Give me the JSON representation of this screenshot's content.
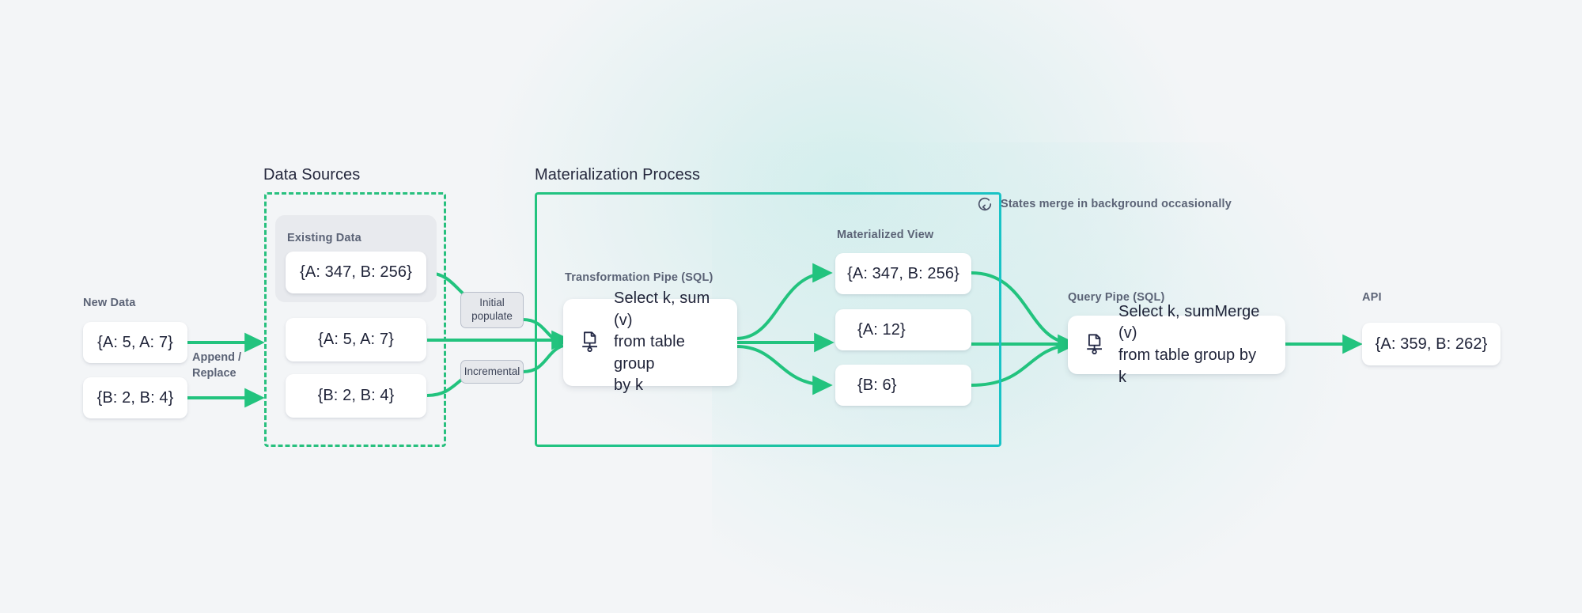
{
  "sections": {
    "data_sources_title": "Data Sources",
    "materialization_title": "Materialization Process"
  },
  "new_data": {
    "label": "New Data",
    "cards": [
      "{A: 5, A: 7}",
      "{B: 2, B: 4}"
    ]
  },
  "edge_labels": {
    "append_replace_line1": "Append /",
    "append_replace_line2": "Replace"
  },
  "existing_data": {
    "label": "Existing Data",
    "cards": [
      "{A: 347, B: 256}",
      "{A: 5, A: 7}",
      "{B: 2, B: 4}"
    ]
  },
  "badges": {
    "initial_populate_line1": "Initial",
    "initial_populate_line2": "populate",
    "incremental": "Incremental"
  },
  "transformation_pipe": {
    "label": "Transformation Pipe (SQL)",
    "sql_line1": "Select k, sum (v)",
    "sql_line2": "from table group",
    "sql_line3": "by k",
    "icon": "pipe-icon"
  },
  "materialized_view": {
    "label": "Materialized View",
    "cards": [
      "{A: 347, B: 256}",
      "{A: 12}",
      "{B: 6}"
    ]
  },
  "merge_note": {
    "text": "States merge in background occasionally",
    "icon": "refresh-icon"
  },
  "query_pipe": {
    "label": "Query Pipe (SQL)",
    "sql_line1": "Select k, sumMerge (v)",
    "sql_line2": "from table group by k",
    "icon": "pipe-icon"
  },
  "api": {
    "label": "API",
    "cards": [
      "{A: 359, B: 262}"
    ]
  },
  "colors": {
    "arrow_green": "#22c37e",
    "zone_green": "#27c07e",
    "zone_cyan": "#19c3c6",
    "page_bg": "#f3f5f7",
    "card_bg": "#ffffff",
    "text_dark": "#1f2338",
    "text_muted": "#5b6376"
  }
}
